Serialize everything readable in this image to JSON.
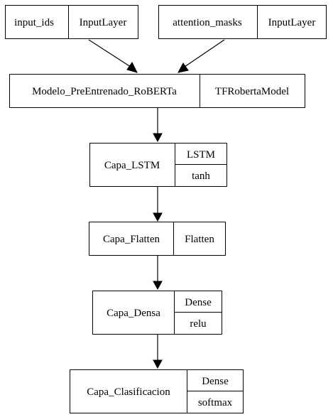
{
  "nodes": {
    "input_ids": {
      "name": "input_ids",
      "type": "InputLayer"
    },
    "attention_masks": {
      "name": "attention_masks",
      "type": "InputLayer"
    },
    "roberta": {
      "name": "Modelo_PreEntrenado_RoBERTa",
      "type": "TFRobertaModel"
    },
    "lstm": {
      "name": "Capa_LSTM",
      "type": "LSTM",
      "activation": "tanh"
    },
    "flatten": {
      "name": "Capa_Flatten",
      "type": "Flatten"
    },
    "dense": {
      "name": "Capa_Densa",
      "type": "Dense",
      "activation": "relu"
    },
    "clasificacion": {
      "name": "Capa_Clasificacion",
      "type": "Dense",
      "activation": "softmax"
    }
  },
  "edges": [
    {
      "from": "input_ids",
      "to": "roberta"
    },
    {
      "from": "attention_masks",
      "to": "roberta"
    },
    {
      "from": "roberta",
      "to": "lstm"
    },
    {
      "from": "lstm",
      "to": "flatten"
    },
    {
      "from": "flatten",
      "to": "dense"
    },
    {
      "from": "dense",
      "to": "clasificacion"
    }
  ]
}
